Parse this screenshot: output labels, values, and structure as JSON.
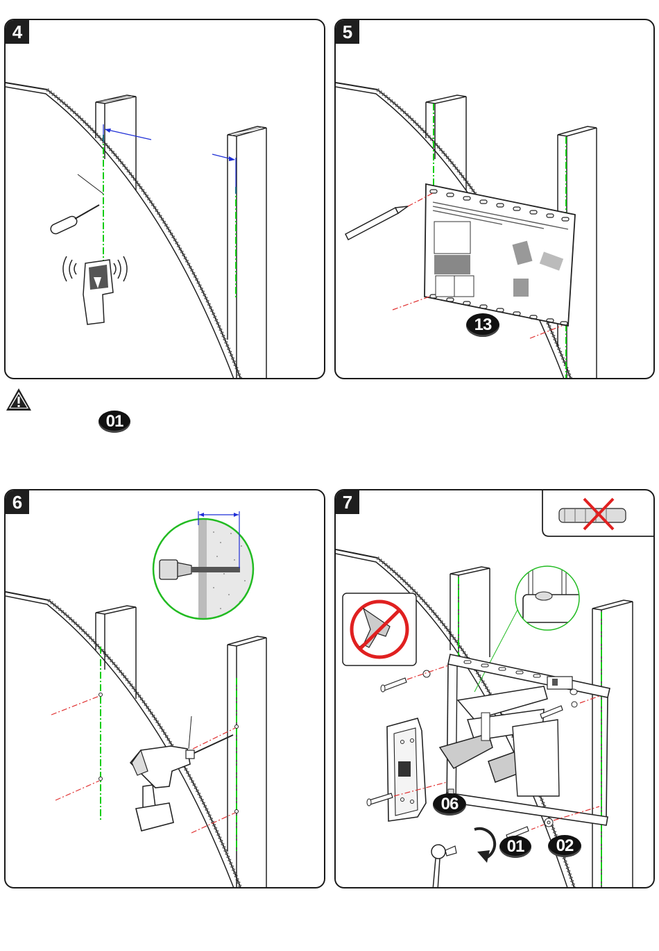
{
  "steps": {
    "step4": {
      "number": "4"
    },
    "step5": {
      "number": "5",
      "part_badge": "13"
    },
    "step6": {
      "number": "6"
    },
    "step7": {
      "number": "7",
      "badges": [
        "06",
        "01",
        "02"
      ]
    }
  },
  "warning": {
    "icon": "warning-triangle-icon",
    "part_badge": "01"
  },
  "colors": {
    "guide_line": "#11cc11",
    "measure_line": "#1f2fd6",
    "mark_line": "#e03030",
    "prohibited": "#e02020"
  }
}
